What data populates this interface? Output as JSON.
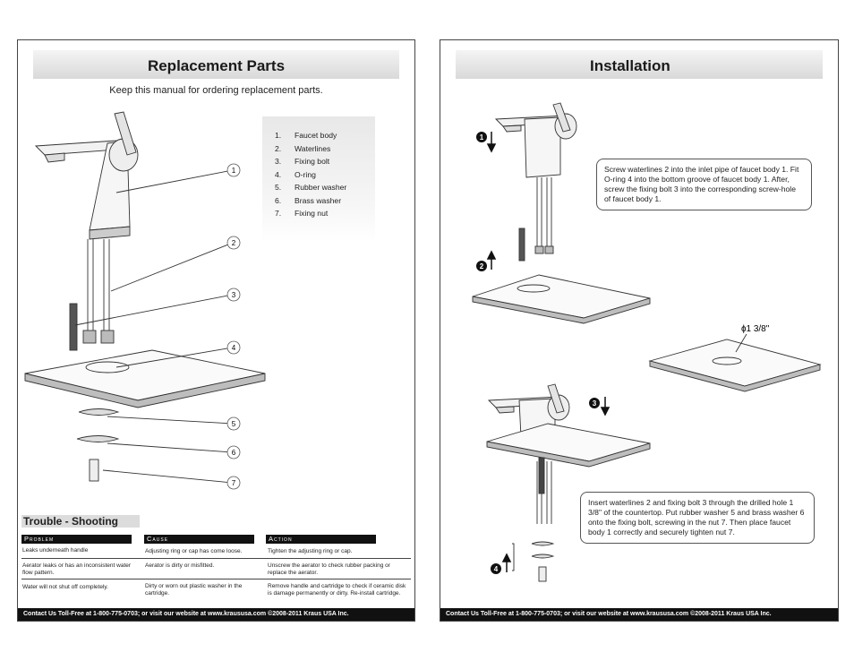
{
  "left_page": {
    "title": "Replacement Parts",
    "subtitle": "Keep this manual for ordering replacement parts.",
    "parts": [
      {
        "num": "1.",
        "name": "Faucet body"
      },
      {
        "num": "2.",
        "name": "Waterlines"
      },
      {
        "num": "3.",
        "name": "Fixing bolt"
      },
      {
        "num": "4.",
        "name": "O-ring"
      },
      {
        "num": "5.",
        "name": "Rubber washer"
      },
      {
        "num": "6.",
        "name": "Brass washer"
      },
      {
        "num": "7.",
        "name": "Fixing nut"
      }
    ],
    "callouts": [
      "1",
      "2",
      "3",
      "4",
      "5",
      "6",
      "7"
    ],
    "troubleshooting": {
      "title": "Trouble - Shooting",
      "headers": [
        "Problem",
        "Cause",
        "Action"
      ],
      "rows": [
        {
          "problem": "Leaks underneath handle",
          "cause": "Adjusting ring or cap has come loose.",
          "action": "Tighten the adjusting ring or cap."
        },
        {
          "problem": "Aerator leaks or has an inconsistent water flow pattern.",
          "cause": "Aerator is dirty or misfitted.",
          "action": "Unscrew the aerator to check rubber packing or replace the aerator."
        },
        {
          "problem": "Water will not shut off completely.",
          "cause": "Dirty or worn out plastic washer in the cartridge.",
          "action": "Remove handle and cartridge to check if ceramic disk is damage permanently or dirty. Re-install cartridge."
        }
      ]
    },
    "footer": "Contact Us Toll-Free at 1-800-775-0703; or visit our website at www.kraususa.com ©2008-2011 Kraus USA Inc."
  },
  "right_page": {
    "title": "Installation",
    "step_numbers": [
      "1",
      "2",
      "3",
      "4"
    ],
    "box1": "Screw waterlines 2 into the inlet pipe of faucet body 1. Fit O-ring 4 into the bottom groove of faucet body 1. After, screw the fixing bolt 3 into the corresponding screw-hole of faucet body 1.",
    "box2": "Insert waterlines 2 and fixing bolt 3 through the drilled hole 1 3/8\" of the countertop. Put rubber washer 5 and brass washer 6 onto the fixing bolt, screwing in the nut 7. Then place faucet body 1 correctly and securely tighten nut 7.",
    "hole_label": "ɸ1 3/8\"",
    "footer": "Contact Us Toll-Free at 1-800-775-0703; or visit our website at www.kraususa.com ©2008-2011 Kraus USA Inc."
  }
}
